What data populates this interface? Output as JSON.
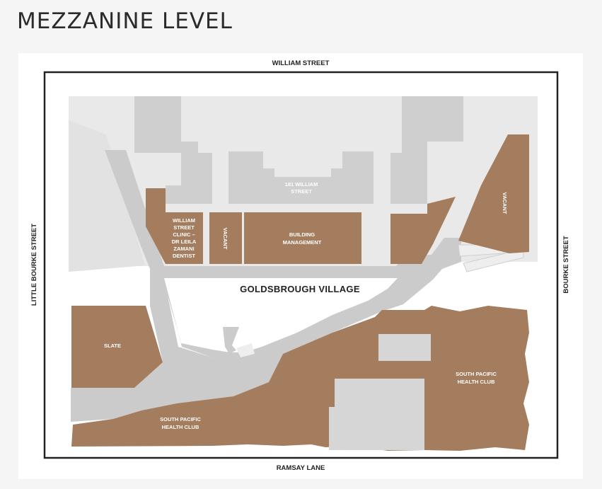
{
  "title": "MEZZANINE LEVEL",
  "streets": {
    "top": "WILLIAM STREET",
    "bottom": "RAMSAY LANE",
    "left": "LITTLE BOURKE STREET",
    "right": "BOURKE STREET"
  },
  "plaza": "GOLDSBROUGH VILLAGE",
  "building": {
    "line1": "181 WILLIAM",
    "line2": "STREET"
  },
  "tenancies": {
    "clinic": {
      "lines": [
        "WILLIAM",
        "STREET",
        "CLINIC –",
        "DR LEILA",
        "ZAMANI",
        "DENTIST"
      ]
    },
    "vacant_small": "VACANT",
    "building_management": {
      "line1": "BUILDING",
      "line2": "MANAGEMENT"
    },
    "vacant_right": "VACANT",
    "slate": "SLATE",
    "health_club_left": {
      "line1": "SOUTH PACIFIC",
      "line2": "HEALTH CLUB"
    },
    "health_club_right": {
      "line1": "SOUTH PACIFIC",
      "line2": "HEALTH CLUB"
    }
  },
  "colors": {
    "tenancy": "#a47c5e",
    "light_grey": "#e8e8e8",
    "mid_grey": "#cccccc",
    "frame": "#222222"
  }
}
